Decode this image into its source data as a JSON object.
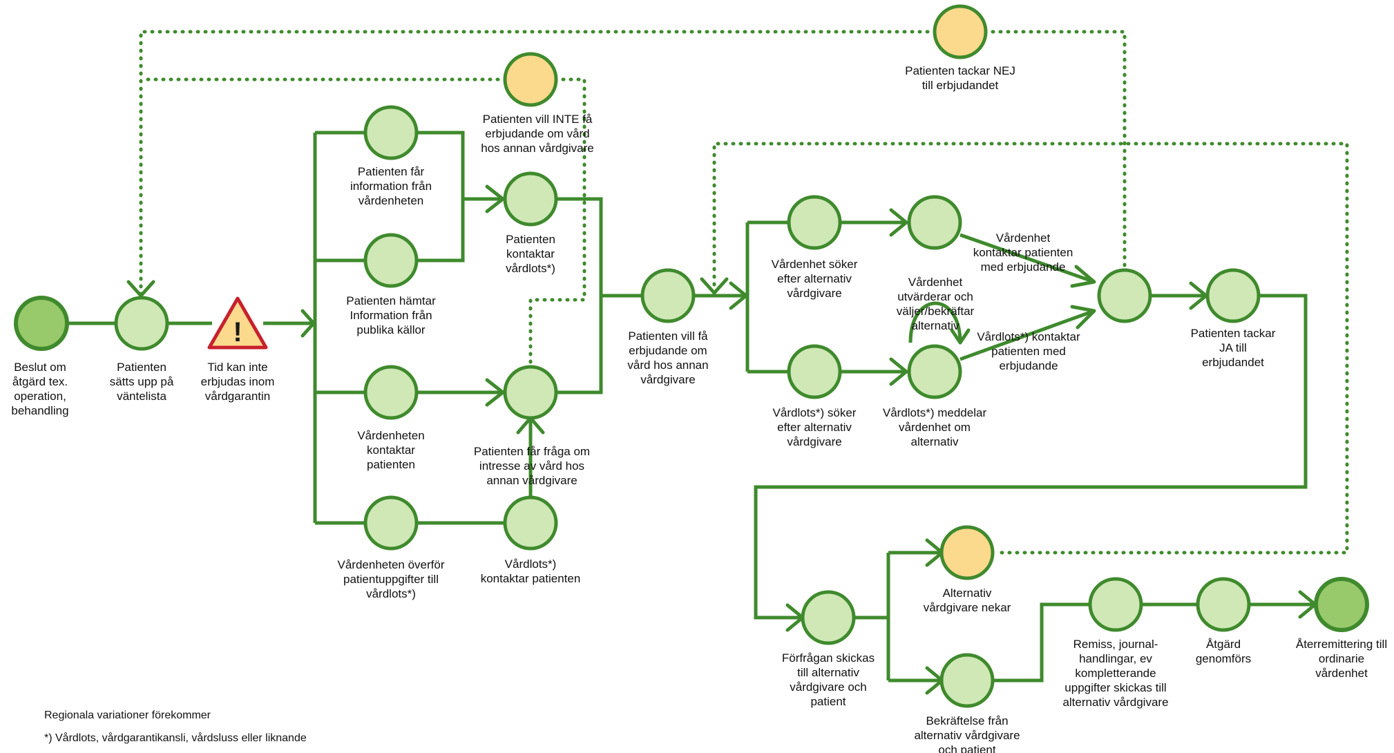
{
  "colors": {
    "line": "#3f8a2d",
    "node_fill": "#cfe8b6",
    "node_stroke": "#3f8a2d",
    "terminal_fill": "#98c96a",
    "decline_fill": "#fbd98d",
    "decline_stroke": "#3f8a2d",
    "warning_fill": "#fbd98d",
    "warning_stroke": "#c8202c"
  },
  "nodes": {
    "beslut": [
      "Beslut om",
      "åtgärd tex.",
      "operation,",
      "behandling"
    ],
    "vantelista": [
      "Patienten",
      "sätts upp på",
      "väntelista"
    ],
    "tid": [
      "Tid kan inte",
      "erbjudas inom",
      "vårdgarantin"
    ],
    "info_vardenhet": [
      "Patienten får",
      "information från",
      "vårdenheten"
    ],
    "hamtar_info": [
      "Patienten hämtar",
      "Information från",
      "publika källor"
    ],
    "vardenhet_kontaktar": [
      "Vårdenheten",
      "kontaktar",
      "patienten"
    ],
    "vardenhet_overfor": [
      "Vårdenheten överför",
      "patientuppgifter till",
      "vårdlots*)"
    ],
    "vill_inte": [
      "Patienten vill INTE få",
      "erbjudande om vård",
      "hos annan vårdgivare"
    ],
    "kontaktar_vardlots": [
      "Patienten",
      "kontaktar",
      "vårdlots*)"
    ],
    "far_fraga": [
      "Patienten får fråga om",
      "intresse av vård hos",
      "annan vårdgivare"
    ],
    "vardlots_kontaktar_patienten": [
      "Vårdlots*)",
      "kontaktar patienten"
    ],
    "vill_fa": [
      "Patienten vill få",
      "erbjudande om",
      "vård hos annan",
      "vårdgivare"
    ],
    "vardenhet_soker": [
      "Vårdenhet söker",
      "efter alternativ",
      "vårdgivare"
    ],
    "vardlots_soker": [
      "Vårdlots*) söker",
      "efter alternativ",
      "vårdgivare"
    ],
    "utvarderar": [
      "Vårdenhet",
      "utvärderar och",
      "väljer/bekräftar",
      "alternativ"
    ],
    "vardlots_meddelar": [
      "Vårdlots*) meddelar",
      "vårdenhet om",
      "alternativ"
    ],
    "vardenhet_kontaktar_erbj": [
      "Vårdenhet",
      "kontaktar patienten",
      "med erbjudande"
    ],
    "vardlots_kontaktar_erbj": [
      "Vårdlots*) kontaktar",
      "patienten med",
      "erbjudande"
    ],
    "tackar_nej": [
      "Patienten tackar NEJ",
      "till erbjudandet"
    ],
    "tackar_ja": [
      "Patienten tackar",
      "JA till",
      "erbjudandet"
    ],
    "forfragan": [
      "Förfrågan skickas",
      "till alternativ",
      "vårdgivare och",
      "patient"
    ],
    "nekar": [
      "Alternativ",
      "vårdgivare nekar"
    ],
    "bekraftelse": [
      "Bekräftelse från",
      "alternativ vårdgivare",
      "och patient"
    ],
    "remiss": [
      "Remiss, journal-",
      "handlingar, ev",
      "kompletterande",
      "uppgifter skickas till",
      "alternativ vårdgivare"
    ],
    "atgard": [
      "Åtgärd",
      "genomförs"
    ],
    "aterremittering": [
      "Återremittering till",
      "ordinarie",
      "vårdenhet"
    ]
  },
  "warning_symbol": "!",
  "footnotes": {
    "regional": "Regionala variationer förekommer",
    "vardlots": "*) Vårdlots, vårdgarantikansli, vårdsluss eller liknande"
  }
}
